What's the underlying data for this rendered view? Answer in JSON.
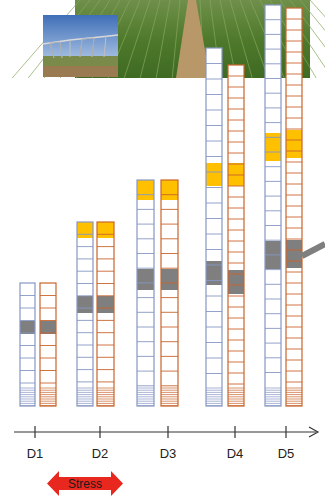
{
  "diagram": {
    "nodes": [
      {
        "text": [
          "Stress"
        ]
      }
    ],
    "labels": [
      "D1",
      "D2",
      "D3",
      "D4",
      "D5"
    ]
  }
}
